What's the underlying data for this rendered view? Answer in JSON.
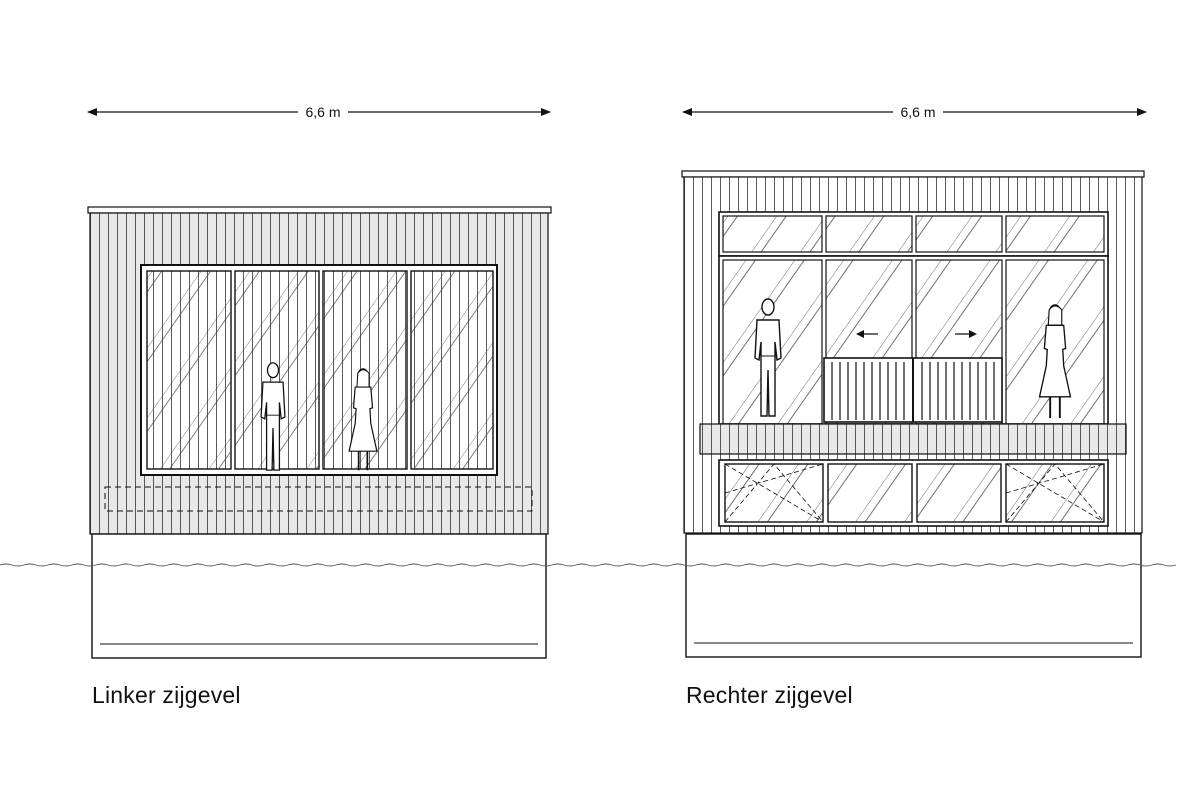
{
  "left_elevation": {
    "caption": "Linker zijgevel",
    "dimension": "6,6 m"
  },
  "right_elevation": {
    "caption": "Rechter zijgevel",
    "dimension": "6,6 m"
  },
  "colors": {
    "line": "#111111",
    "cladding_light": "#ffffff",
    "cladding_dark": "#e6e6e6"
  }
}
